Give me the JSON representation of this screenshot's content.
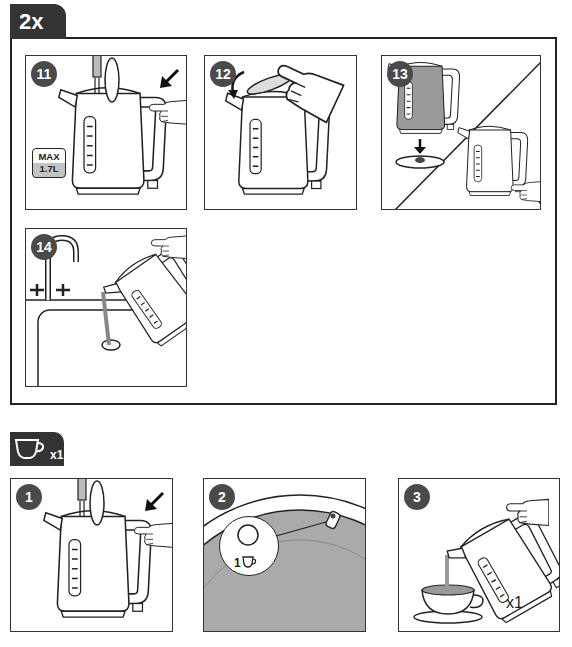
{
  "diagram": {
    "nodes": [
      {
        "text": [
          "2x"
        ]
      },
      {
        "text": [
          "11"
        ],
        "in": 0
      },
      {
        "text": [
          "MAX 1.7L"
        ],
        "in": 1
      },
      {
        "text": [
          "12"
        ],
        "in": 0
      },
      {
        "text": [
          "13"
        ],
        "in": 0
      },
      {
        "text": [
          "14"
        ],
        "in": 0
      },
      {
        "text": [
          "x1"
        ]
      },
      {
        "text": [
          "1"
        ]
      },
      {
        "text": [
          "2"
        ]
      },
      {
        "text": [
          "1"
        ],
        "in": 8
      },
      {
        "text": [
          "3"
        ]
      }
    ],
    "labels": [
      "x1"
    ]
  }
}
